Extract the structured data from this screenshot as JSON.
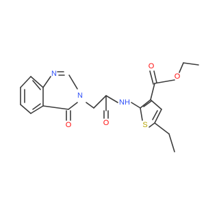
{
  "colors": {
    "bond": "#3b3b3b",
    "O": "#ff0d0d",
    "N": "#3050f8",
    "S": "#b5a400",
    "background": "#ffffff"
  },
  "labels": {
    "n1": "N",
    "n3": "N",
    "o_ring": "O",
    "nh": "NH",
    "o_amide": "O",
    "o_carbonyl": "O",
    "o_ester": "O",
    "s": "S"
  }
}
